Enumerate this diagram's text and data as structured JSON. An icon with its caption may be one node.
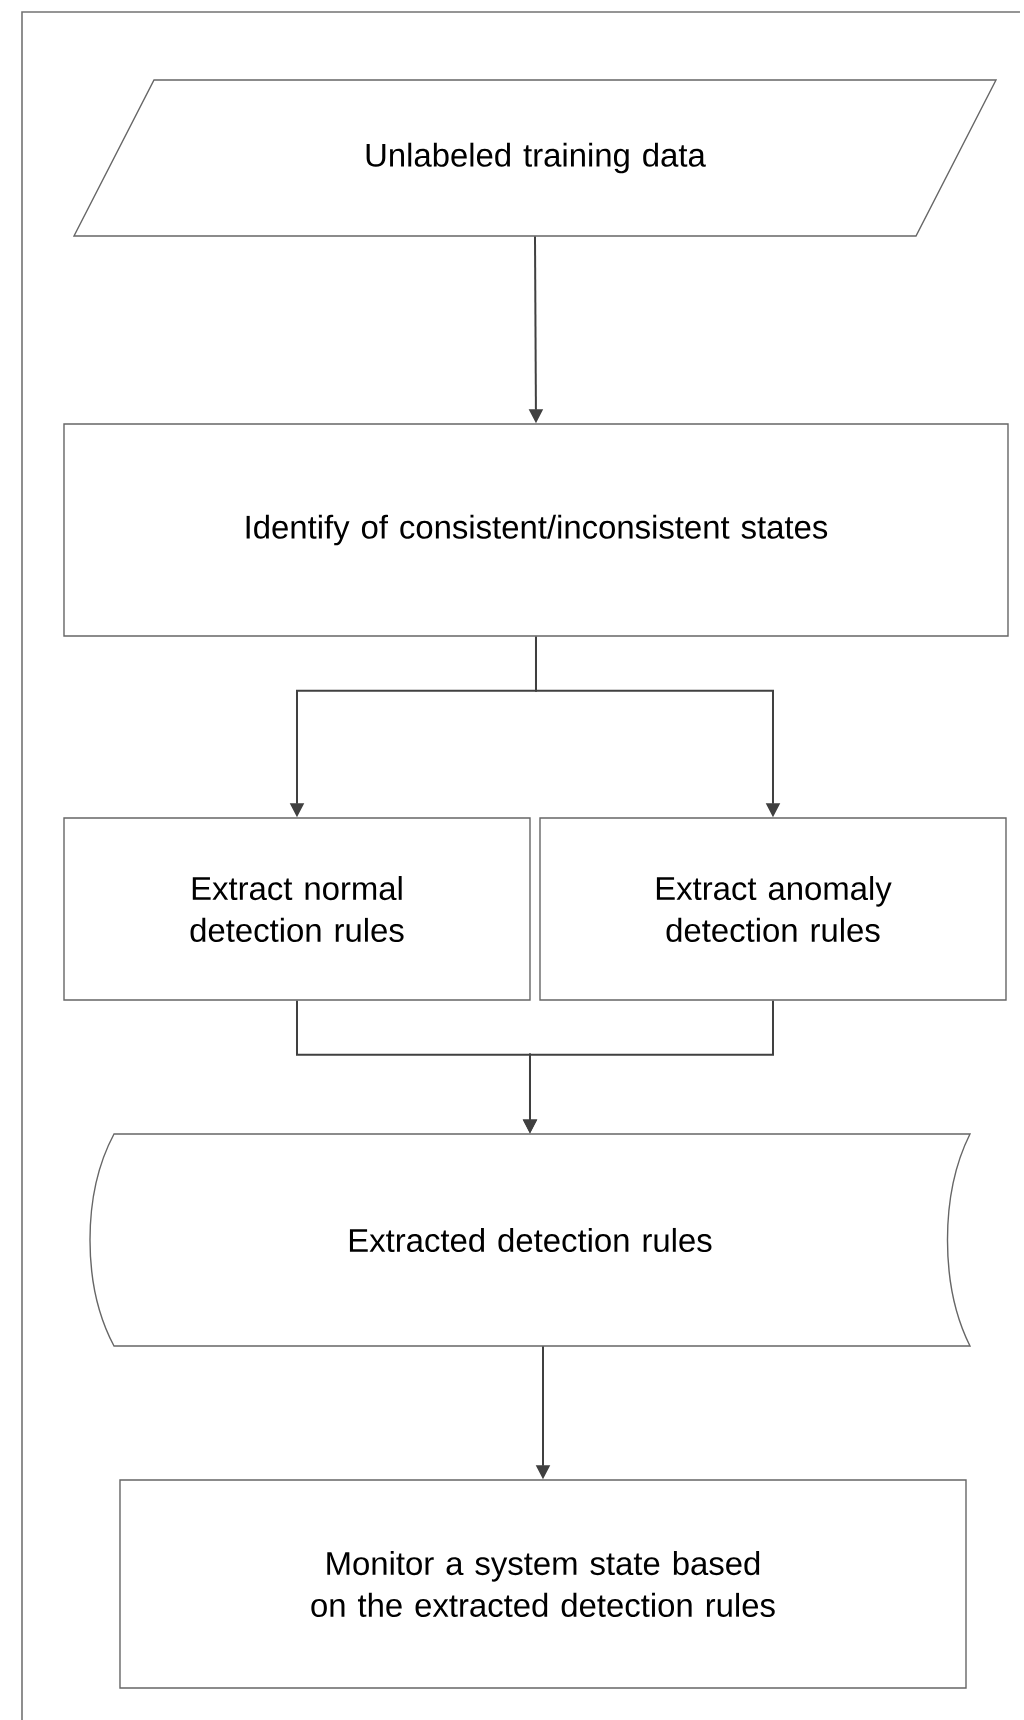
{
  "diagram": {
    "nodes": [
      {
        "text": [
          "Unlabeled training data"
        ]
      },
      {
        "text": [
          "Identify of consistent/inconsistent states"
        ]
      },
      {
        "text": [
          "Extract normal detection rules"
        ]
      },
      {
        "text": [
          "Extract anomaly detection rules"
        ]
      },
      {
        "text": [
          "Extracted detection rules"
        ]
      },
      {
        "text": [
          "Monitor a system state based on the extracted detection rules"
        ]
      }
    ],
    "edges": [
      {
        "from": 0,
        "to": 1,
        "arrow": "to"
      },
      {
        "from": 1,
        "to": 2,
        "arrow": "to"
      },
      {
        "from": 1,
        "to": 3,
        "arrow": "to"
      },
      {
        "from": 2,
        "to": 4,
        "arrow": "to"
      },
      {
        "from": 3,
        "to": 4,
        "arrow": "to"
      },
      {
        "from": 4,
        "to": 5,
        "arrow": "to"
      }
    ]
  }
}
